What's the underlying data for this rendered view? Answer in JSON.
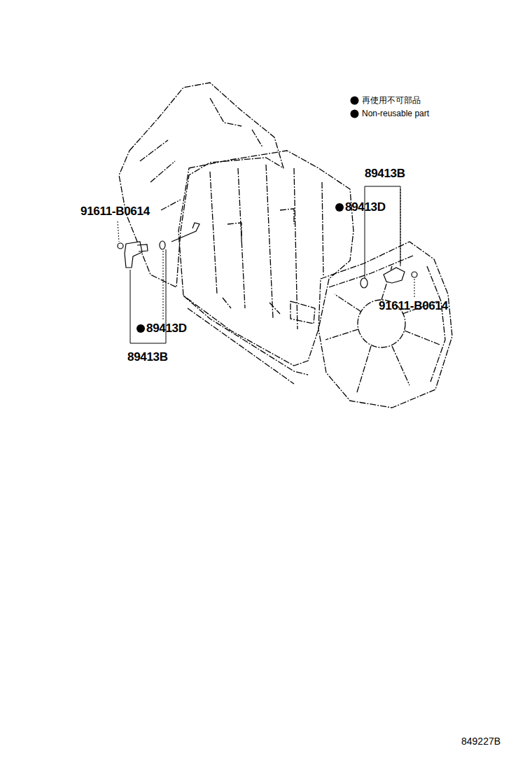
{
  "diagram": {
    "labels": [
      "89413B",
      "91611-B0614",
      "89413D",
      "91611-B0614",
      "89413D",
      "89413B",
      "849227B"
    ],
    "legend": [
      {
        "text": "再使用不可部品",
        "color": "#000000"
      },
      {
        "text": "Non-reusable part",
        "color": "#000000"
      }
    ]
  }
}
